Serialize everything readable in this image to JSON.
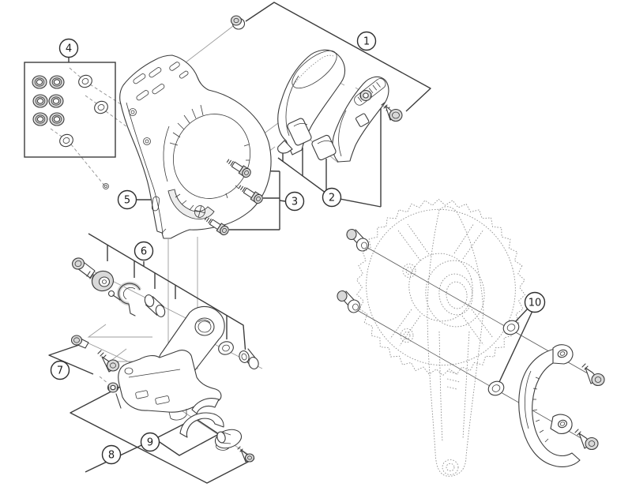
{
  "diagram": {
    "background_color": "#ffffff",
    "line_color": "#3c3c3c",
    "secondary_line_color": "#9c9c9c",
    "metal_fill_color": "#d9d9d9",
    "callouts": [
      {
        "label": "1"
      },
      {
        "label": "2"
      },
      {
        "label": "3"
      },
      {
        "label": "4"
      },
      {
        "label": "5"
      },
      {
        "label": "6"
      },
      {
        "label": "7"
      },
      {
        "label": "8"
      },
      {
        "label": "9"
      },
      {
        "label": "10"
      }
    ]
  }
}
